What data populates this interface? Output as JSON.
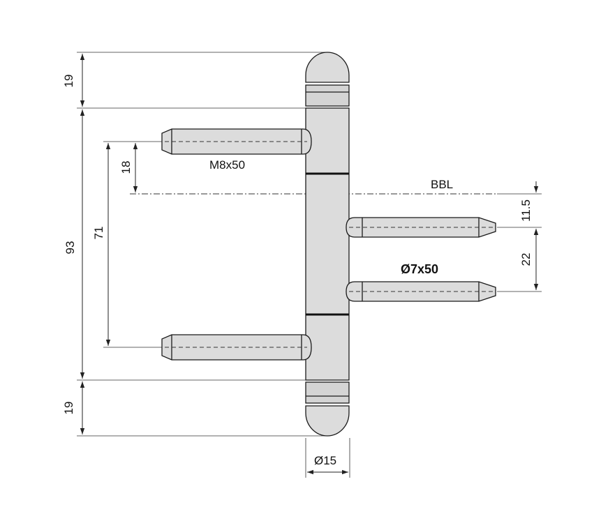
{
  "labels": {
    "pin_top": "M8x50",
    "pin_right": "Ø7x50",
    "bbl": "BBL",
    "diameter": "Ø15"
  },
  "dimensions": {
    "top_cap": "19",
    "body": "93",
    "pin_spacing": "71",
    "pin_offset": "18",
    "right_offset": "11.5",
    "right_spacing": "22",
    "bottom_cap": "19"
  },
  "colors": {
    "metal": "#dcdcdc",
    "line": "#1a1a1a"
  }
}
